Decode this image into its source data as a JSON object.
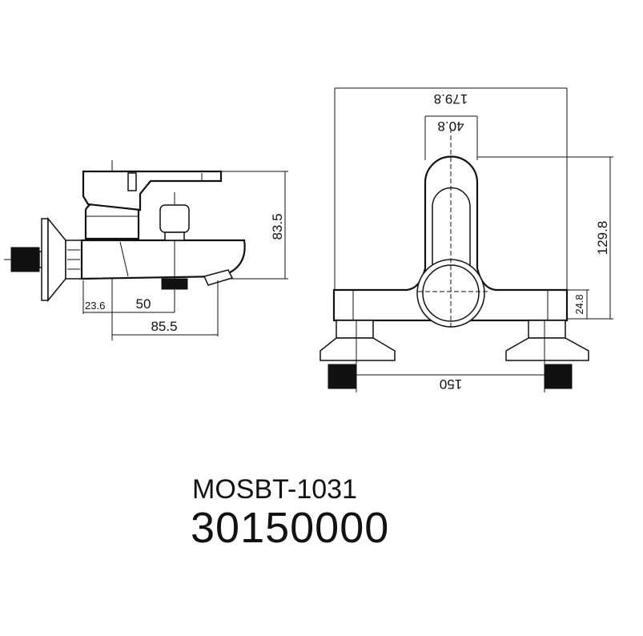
{
  "side_view": {
    "height": "83.5",
    "offset": "23.6",
    "spacing": "50",
    "depth": "85.5"
  },
  "front_view": {
    "width": "179.8",
    "spout_width": "40.8",
    "height": "129.8",
    "base_height": "24.8",
    "centers": "150"
  },
  "product": {
    "model": "MOSBT-1031",
    "code": "30150000"
  }
}
